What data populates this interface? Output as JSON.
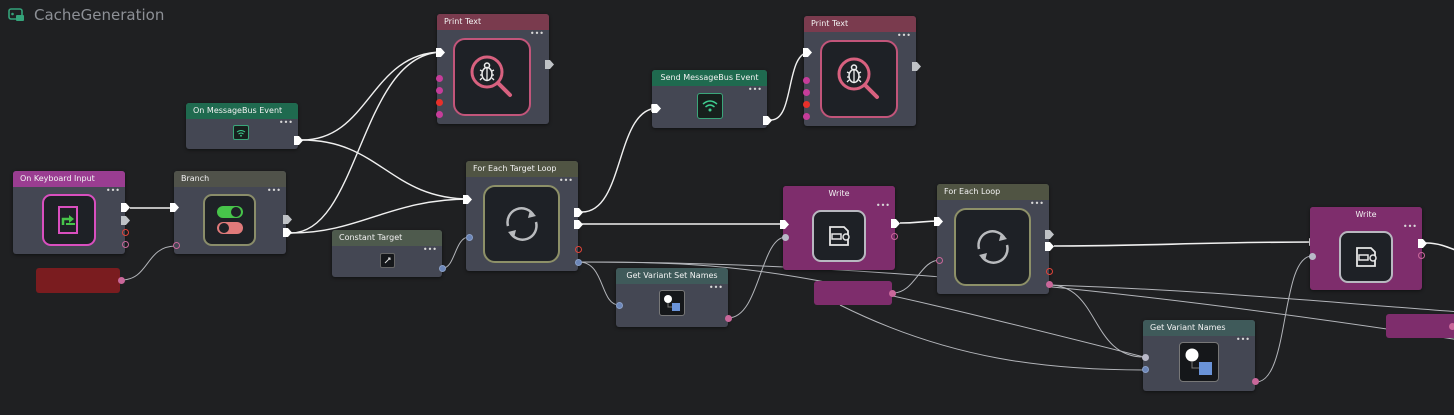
{
  "graph": {
    "title": "CacheGeneration",
    "title_icon": "blueprint-graph-icon",
    "colors": {
      "background": "#1f2022",
      "node_body": "#444753",
      "wire": "#e8e8e8",
      "data_wire": "#b3b5ba",
      "event_header": "#1f6a4f",
      "keyboard_header": "#9a3d91",
      "branch_header": "#50524a",
      "loop_header": "#505443",
      "target_header": "#4e5a4d",
      "debug_header": "#7a3b4e",
      "variant_header": "#3f5a5a",
      "write_header": "#7e2d6c",
      "red_variable": "#7a1c1f",
      "magenta_variable": "#7e2d6c"
    }
  },
  "nodes": {
    "on_keyboard_input": {
      "label": "On Keyboard Input",
      "icon": "keyboard-input-icon"
    },
    "branch": {
      "label": "Branch",
      "icon": "toggle-switch-icon"
    },
    "on_messagebus_event": {
      "label": "On MessageBus Event",
      "icon": "wifi-signal-icon"
    },
    "constant_target": {
      "label": "Constant Target",
      "icon": "target-icon"
    },
    "print_text_1": {
      "label": "Print Text",
      "icon": "debug-magnifier-icon"
    },
    "for_each_target_loop": {
      "label": "For Each Target Loop",
      "icon": "loop-arrows-icon"
    },
    "get_variant_set_names": {
      "label": "Get Variant Set Names",
      "icon": "variant-icon"
    },
    "send_messagebus_event": {
      "label": "Send MessageBus Event",
      "icon": "wifi-signal-icon"
    },
    "print_text_2": {
      "label": "Print Text",
      "icon": "debug-magnifier-icon"
    },
    "write_1": {
      "label": "Write",
      "icon": "write-icon"
    },
    "for_each_loop": {
      "label": "For Each Loop",
      "icon": "loop-arrows-icon"
    },
    "get_variant_names": {
      "label": "Get Variant Names",
      "icon": "variant-icon"
    },
    "write_2": {
      "label": "Write",
      "icon": "write-icon"
    }
  }
}
